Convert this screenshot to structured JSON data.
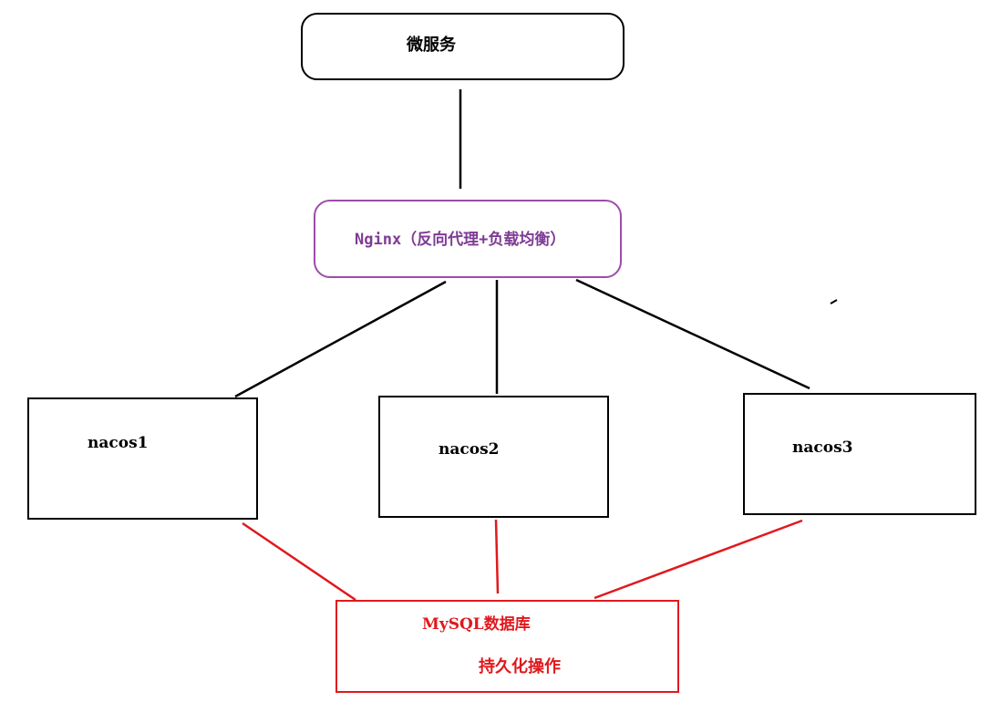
{
  "nodes": {
    "microservice": "微服务",
    "nginx": "Nginx（反向代理+负载均衡）",
    "nacos1": "nacos1",
    "nacos2": "nacos2",
    "nacos3": "nacos3",
    "mysql": "MySQL数据库",
    "persistence": "持久化操作"
  },
  "colors": {
    "black": "#000000",
    "nginx_border": "#9b4da8",
    "nginx_text": "#7e3b95",
    "database": "#e0191d"
  }
}
